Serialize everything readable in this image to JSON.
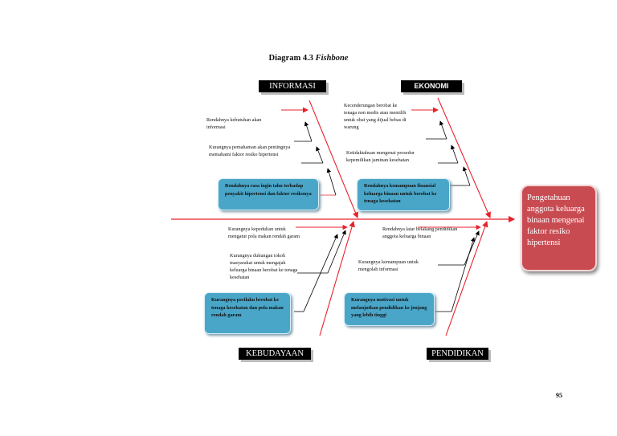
{
  "title": {
    "prefix": "Diagram 4.3 ",
    "italic": "Fishbone"
  },
  "categories": {
    "informasi": "INFORMASI",
    "ekonomi": "EKONOMI",
    "kebudayaan": "KEBUDAYAAN",
    "pendidikan": "PENDIDIKAN"
  },
  "causes": {
    "informasi_1": "Rendahnya kebutuhan akan informasi",
    "informasi_2": "Kurangnya pemahaman akan pentingnya  memahami faktor resiko hipertensi",
    "informasi_box": "Rendahnya rasa ingin tahu terhadap penyakit hipertensi dan faktor resikonya",
    "ekonomi_1": "Kecenderungan berobat ke tenaga non medis atau memilih untuk obat yang dijual bebas di warung",
    "ekonomi_2": "Ketidaktahuan mengenai prosedur kepemilikan jaminan kesehatan",
    "ekonomi_box": "Rendahnya kemampuan finansial keluarga binaan untuk berobat ke tenaga kesehatan",
    "kebudayaan_1": "Kurangnya  kepedulian  untuk mengatur pola makan rendah garam",
    "kebudayaan_2": "Kurangnya dukungan tokoh masyarakat untuk mengajak keluarga binaan berobat ke tenaga kesehatan",
    "kebudayaan_box": "Kurangnya perilaku berobat ke tenaga kesehatan dan pola makan rendah garam",
    "pendidikan_1": "Rendahnya latar belakang pendidikan anggota keluarga binaan",
    "pendidikan_2": "Kurangnya kemampuan untuk mengolah informasi",
    "pendidikan_box": "Kurangnya motivasi untuk melanjutkan pendidikan ke jenjang yang lebih tinggi"
  },
  "effect": "Pengetahuan anggota keluarga binaan mengenai faktor resiko hipertensi",
  "page_number": "95",
  "colors": {
    "spine": "#e8202a",
    "arrow_black": "#000000",
    "box": "#4aa6c8",
    "effect": "#c94b52"
  }
}
